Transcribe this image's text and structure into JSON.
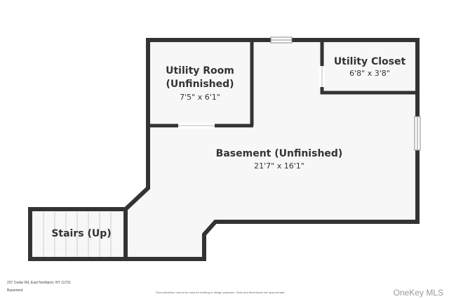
{
  "rooms": {
    "utility_room": {
      "name_line1": "Utility Room",
      "name_line2": "(Unfinished)",
      "dimensions": "7'5\" x 6'1\""
    },
    "utility_closet": {
      "name": "Utility Closet",
      "dimensions": "6'8\" x 3'8\""
    },
    "basement": {
      "name": "Basement (Unfinished)",
      "dimensions": "21'7\" x 16'1\""
    },
    "stairs": {
      "name": "Stairs (Up)"
    }
  },
  "footer": {
    "address": "237 Cedar Rd, East Northport, NY 11731",
    "level": "Basement",
    "disclaimer": "Floor plans/tour cannot be used for building or design purposes. Sizes and dimensions are approximate.",
    "watermark": "OneKey MLS"
  },
  "colors": {
    "wall": "#333333",
    "floor": "#f7f7f7",
    "stair_line": "#cccccc",
    "window": "#ffffff"
  }
}
